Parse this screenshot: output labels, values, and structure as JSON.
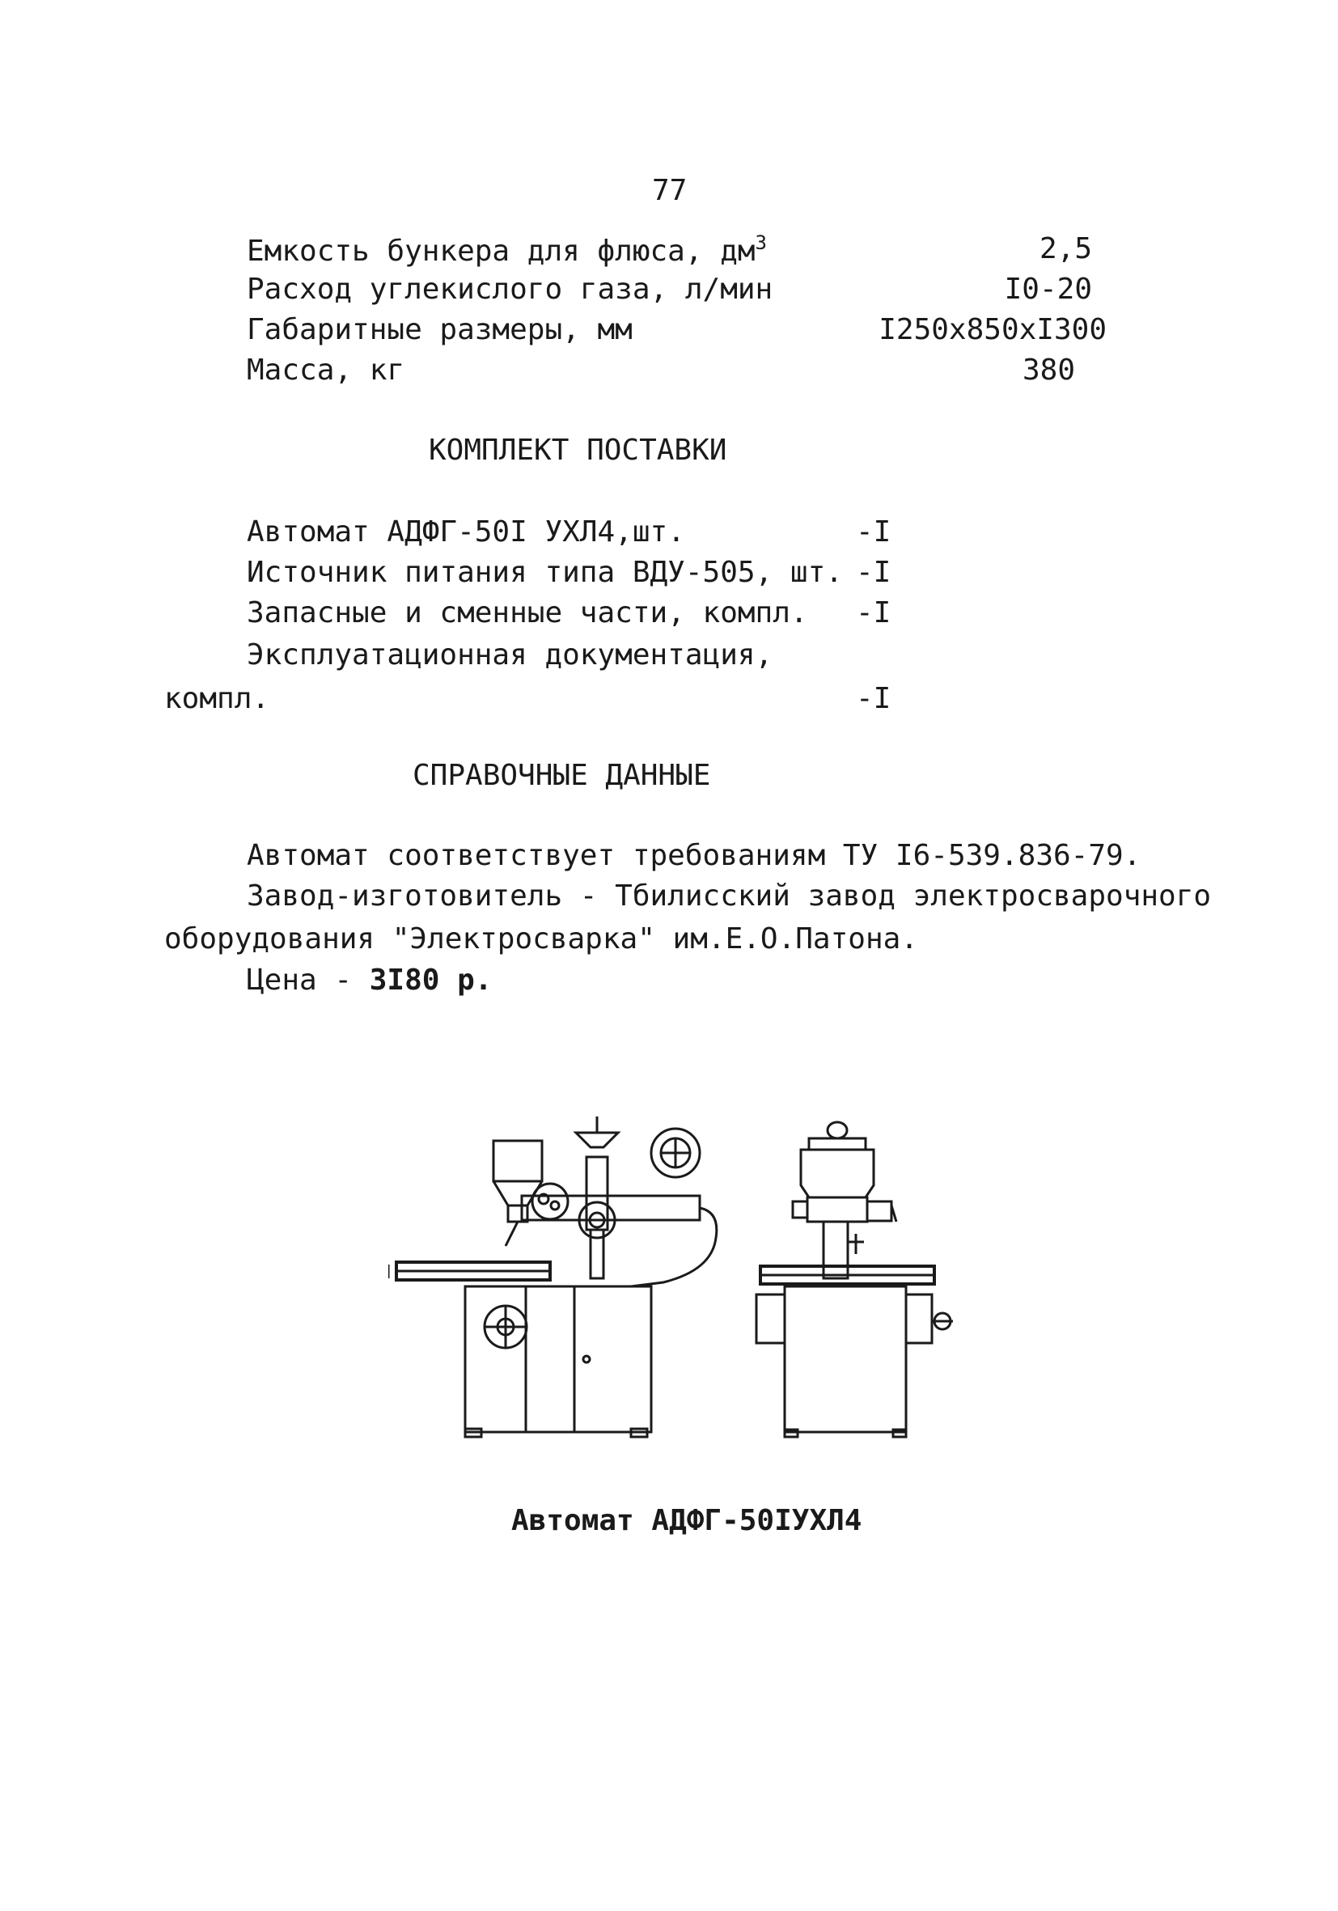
{
  "page_number": "77",
  "specs": [
    {
      "label": "Емкость бункера для флюса, дм",
      "sup": "3",
      "value": "2,5"
    },
    {
      "label": "Расход углекислого газа, л/мин",
      "value": "I0-20"
    },
    {
      "label": "Габаритные размеры, мм",
      "value": "I250х850хI300"
    },
    {
      "label": "Масса, кг",
      "value": "380"
    }
  ],
  "delivery": {
    "heading": "КОМПЛЕКТ ПОСТАВКИ",
    "items": [
      {
        "label": "Автомат АДФГ-50I УХЛ4,шт.",
        "qty": "-I"
      },
      {
        "label": "Источник питания типа ВДУ-505, шт.",
        "qty": "-I"
      },
      {
        "label": "Запасные и сменные части, компл.",
        "qty": "-I"
      },
      {
        "label": "Эксплуатационная документация,",
        "label2": "компл.",
        "qty": "-I"
      }
    ]
  },
  "reference": {
    "heading": "СПРАВОЧНЫЕ ДАННЫЕ",
    "line1": "Автомат соответствует требованиям ТУ I6-539.836-79.",
    "line2": "Завод-изготовитель - Тбилисский завод электросварочного",
    "line3": "оборудования \"Электросварка\" им.Е.О.Патона.",
    "price_label": "Цена - ",
    "price_value": "3I80 р."
  },
  "figure_caption": "Автомат АДФГ-50IУХЛ4"
}
